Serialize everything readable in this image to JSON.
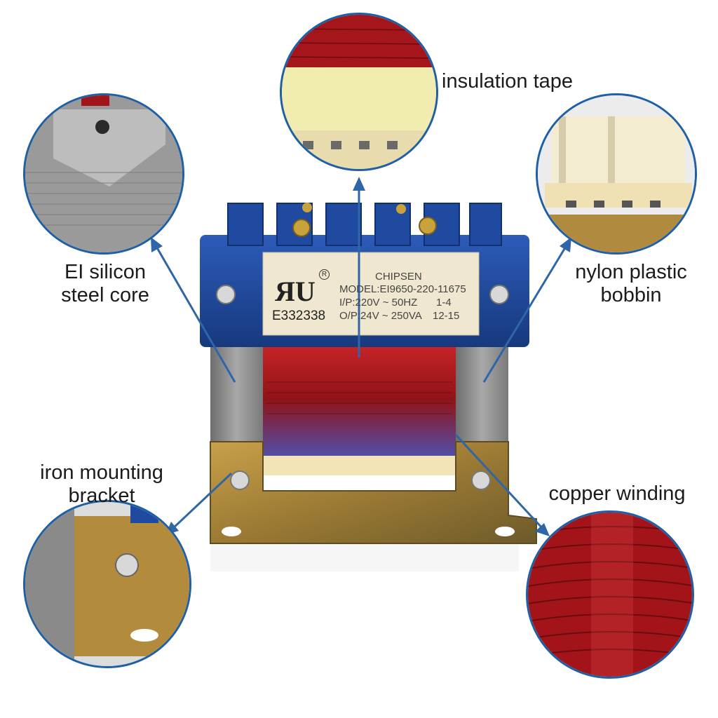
{
  "labels": {
    "insulation_tape": "insulation tape",
    "core_line1": "EI silicon",
    "core_line2": "steel core",
    "bobbin_line1": "nylon plastic",
    "bobbin_line2": "bobbin",
    "bracket_line1": "iron mounting",
    "bracket_line2": "bracket",
    "winding": "copper winding"
  },
  "nameplate": {
    "brand": "CHIPSEN",
    "model": "MODEL:EI9650-220-11675",
    "input": "I/P:220V ~ 50HZ",
    "input_pins": "1-4",
    "output": "O/P:24V ~ 250VA",
    "output_pins": "12-15",
    "cert_number": "E332338",
    "ul_mark": "ЯU",
    "registered": "R"
  },
  "colors": {
    "arrow": "#2f66a8",
    "circle_border": "#1f5fa6",
    "bobbin_blue": "#1f4aa0",
    "copper": "#a3141a",
    "steel": "#8c8c8c",
    "bracket": "#b08a3e",
    "tape": "#f1ecb0"
  }
}
